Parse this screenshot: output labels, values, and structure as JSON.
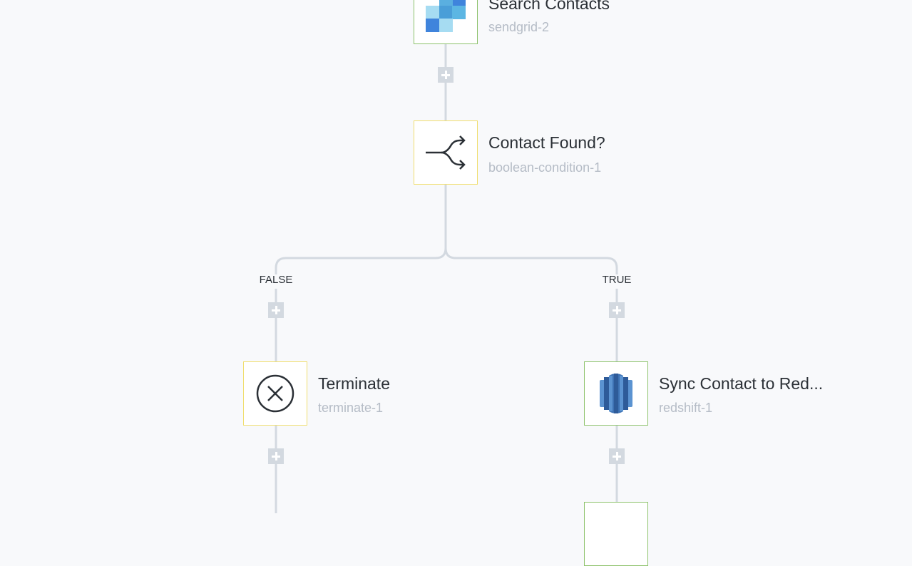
{
  "nodes": [
    {
      "title": "Search Contacts",
      "id": "sendgrid-2",
      "icon": "sendgrid-icon"
    },
    {
      "title": "Contact Found?",
      "id": "boolean-condition-1",
      "icon": "branch-icon"
    },
    {
      "title": "Terminate",
      "id": "terminate-1",
      "icon": "close-circle-icon"
    },
    {
      "title": "Sync Contact to Red...",
      "id": "redshift-1",
      "icon": "redshift-icon"
    }
  ],
  "branches": {
    "false_label": "FALSE",
    "true_label": "TRUE"
  },
  "colors": {
    "background": "#f8f9fb",
    "connector": "#d3d9e0",
    "action_border": "#8dc26b",
    "logic_border": "#f0de6e"
  }
}
